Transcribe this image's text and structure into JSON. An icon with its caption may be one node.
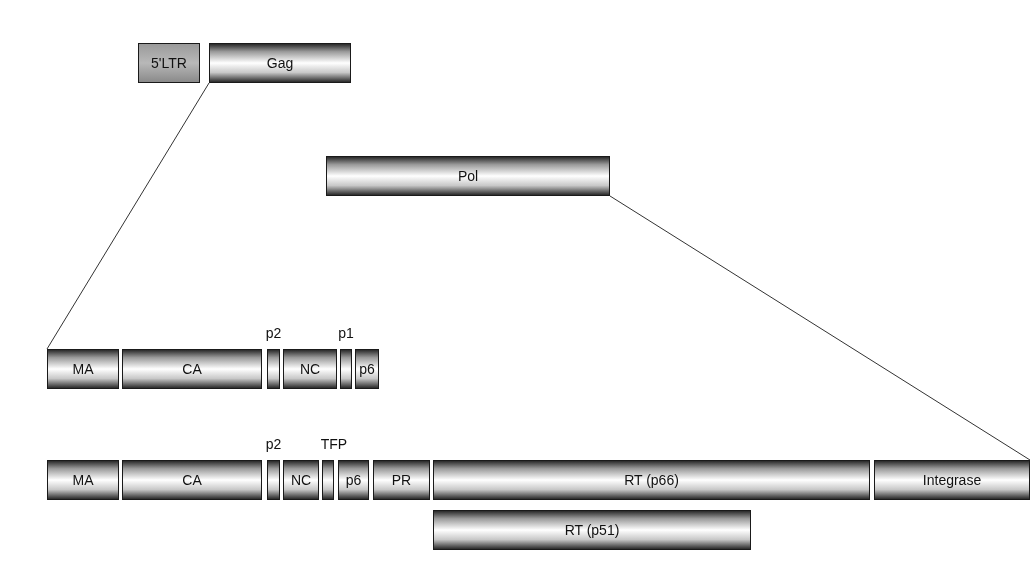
{
  "diagram": {
    "nodes": [
      {
        "text": [
          "5'LTR"
        ]
      },
      {
        "text": [
          "Gag"
        ]
      },
      {
        "text": [
          "Pol"
        ]
      },
      {
        "text": [
          "MA"
        ]
      },
      {
        "text": [
          "CA"
        ]
      },
      {
        "text": [
          "p2"
        ]
      },
      {
        "text": [
          "NC"
        ]
      },
      {
        "text": [
          "p1"
        ]
      },
      {
        "text": [
          "p6"
        ]
      },
      {
        "text": [
          "MA"
        ]
      },
      {
        "text": [
          "CA"
        ]
      },
      {
        "text": [
          "p2"
        ]
      },
      {
        "text": [
          "NC"
        ]
      },
      {
        "text": [
          "TFP"
        ]
      },
      {
        "text": [
          "p6"
        ]
      },
      {
        "text": [
          "PR"
        ]
      },
      {
        "text": [
          "RT (p66)"
        ]
      },
      {
        "text": [
          "Integrase"
        ]
      },
      {
        "text": [
          "RT (p51)"
        ]
      }
    ],
    "edges": [
      {
        "from": 1,
        "to": 3,
        "arrow": "none"
      },
      {
        "from": 2,
        "to": 17,
        "arrow": "none"
      }
    ]
  }
}
